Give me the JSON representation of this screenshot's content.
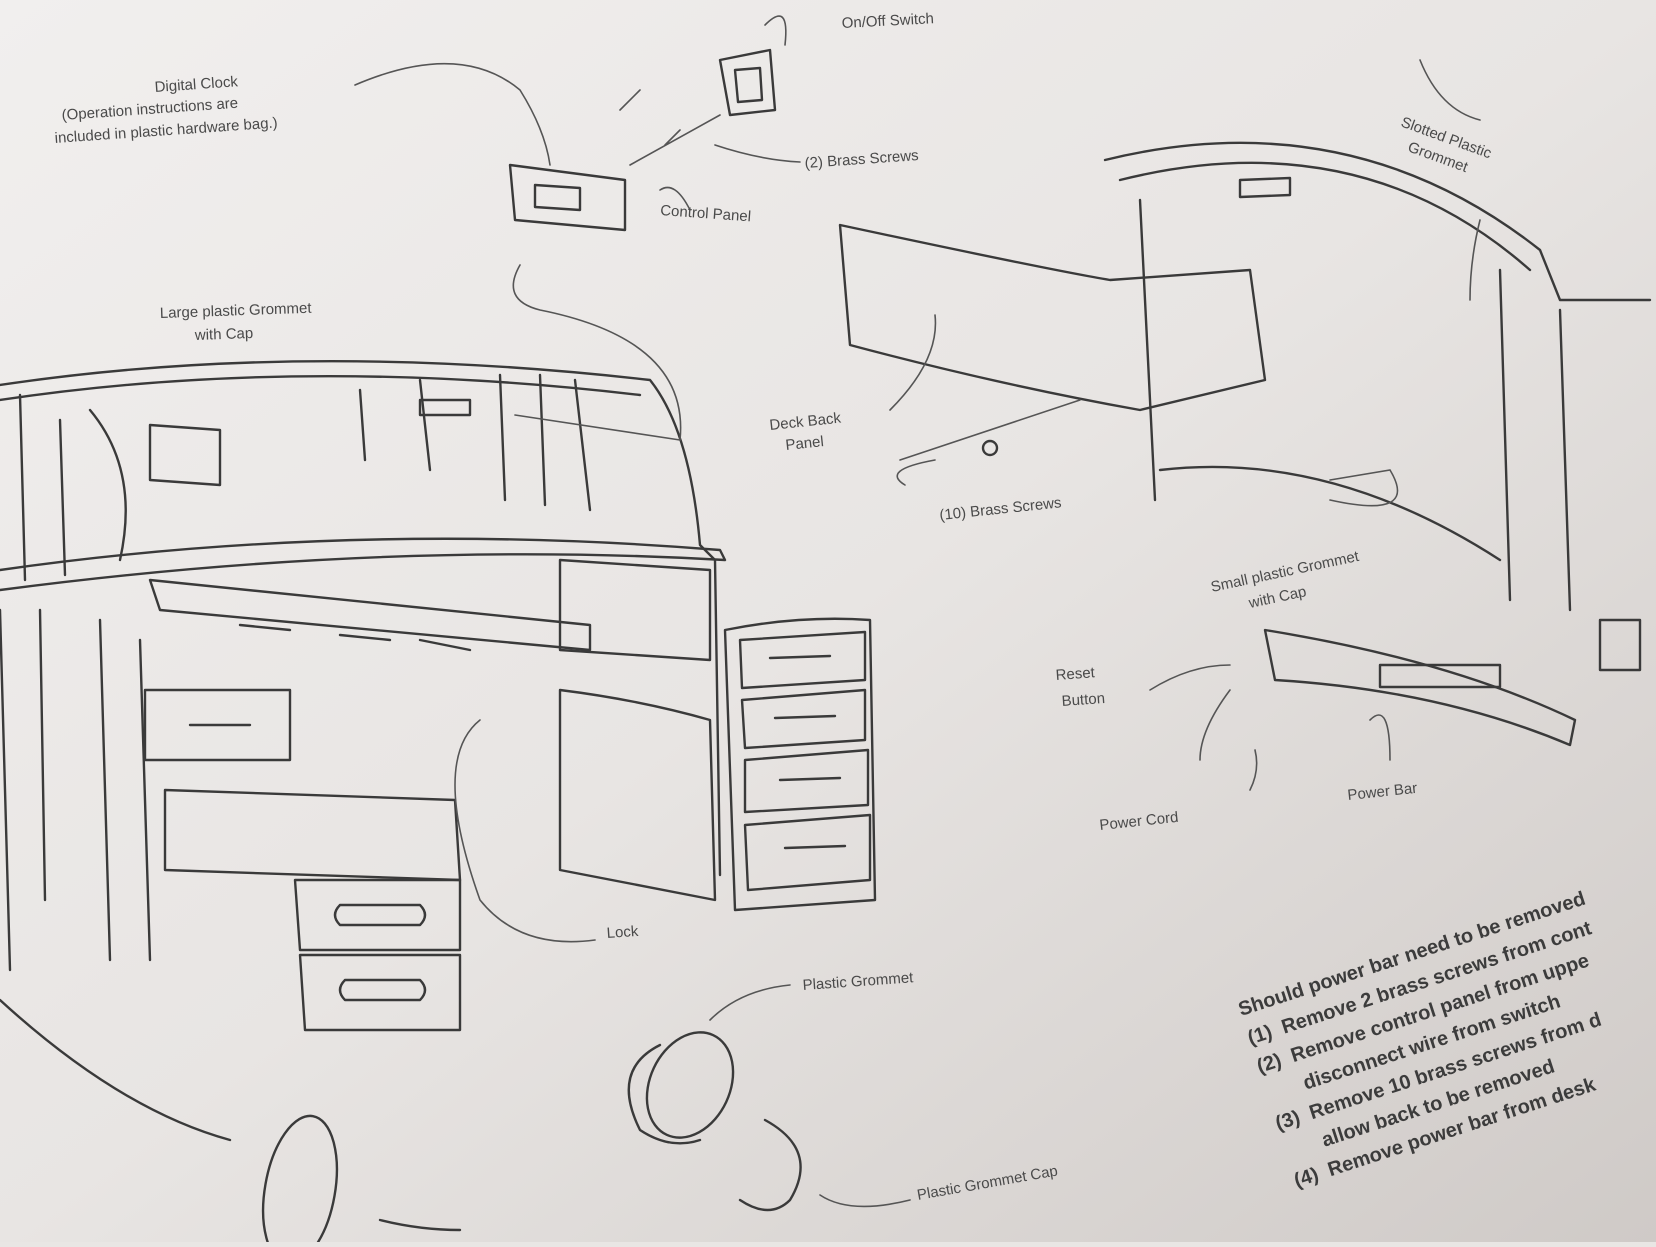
{
  "labels": {
    "on_off_switch": "On/Off Switch",
    "digital_clock": "Digital Clock",
    "clock_note_1": "(Operation instructions are",
    "clock_note_2": "included in plastic hardware bag.)",
    "brass_screws_2": "(2) Brass Screws",
    "control_panel": "Control Panel",
    "large_grommet_1": "Large plastic Grommet",
    "large_grommet_2": "with Cap",
    "slotted_grommet_1": "Slotted Plastic",
    "slotted_grommet_2": "Grommet",
    "deck_back_panel_1": "Deck Back",
    "deck_back_panel_2": "Panel",
    "brass_screws_10": "(10) Brass Screws",
    "small_grommet_1": "Small plastic Grommet",
    "small_grommet_2": "with Cap",
    "reset_button_1": "Reset",
    "reset_button_2": "Button",
    "power_cord": "Power Cord",
    "power_bar": "Power Bar",
    "lock": "Lock",
    "plastic_grommet": "Plastic Grommet",
    "plastic_grommet_cap": "Plastic Grommet Cap"
  },
  "instructions": {
    "heading": "Should power bar need to be removed",
    "lines": [
      "(1)  Remove 2 brass screws from cont",
      "(2)  Remove control panel from uppe",
      "       disconnect wire from switch",
      "(3)  Remove 10 brass screws from d",
      "       allow back to be removed",
      "(4)  Remove power bar from desk"
    ]
  },
  "colors": {
    "paper": "#e9e6e4",
    "ink": "#3a3a3a"
  }
}
